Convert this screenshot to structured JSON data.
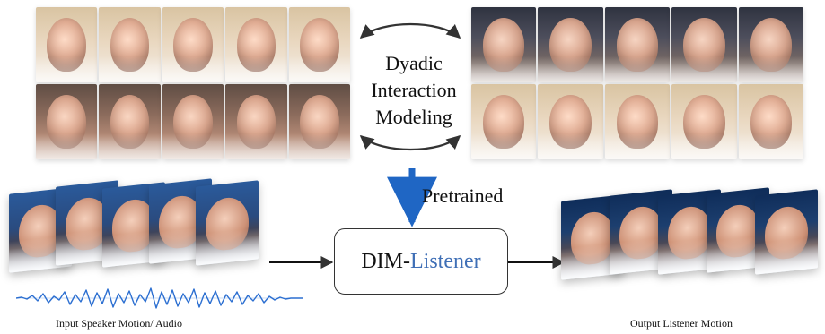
{
  "labels": {
    "center_top_lines": [
      "Dyadic",
      "Interaction",
      "Modeling"
    ],
    "pretrained": "Pretrained",
    "model_name_prefix": "DIM-",
    "model_name_suffix": "Listener",
    "input_caption": "Input Speaker Motion/ Audio",
    "output_caption": "Output Listener Motion"
  },
  "colors": {
    "accent_blue": "#3f6fb6",
    "arrow_blue": "#1f66c4",
    "line_dark": "#333333",
    "wave_blue": "#2c6fd1"
  },
  "icons": {
    "cycle_arrows": "cycle-arrows-icon",
    "down_arrow": "down-arrow-icon",
    "right_arrow": "right-arrow-icon",
    "audio_waveform": "audio-waveform-icon"
  }
}
